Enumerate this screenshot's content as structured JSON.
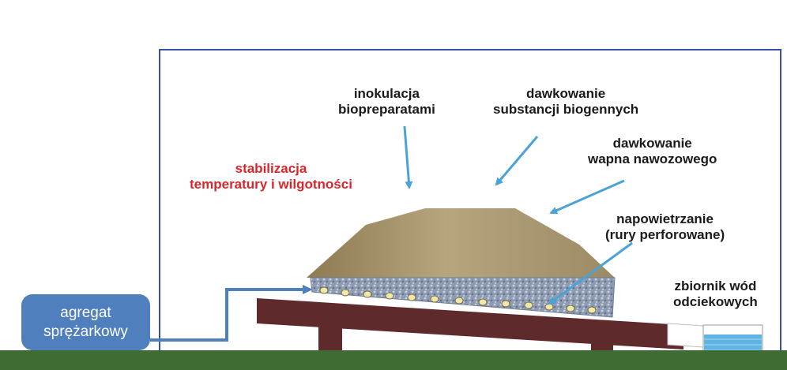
{
  "labels": {
    "inokulacja": [
      "inokulacja",
      "biopreparatami"
    ],
    "biogenne": [
      "dawkowanie",
      "substancji biogennych"
    ],
    "wapno": [
      "dawkowanie",
      "wapna nawozowego"
    ],
    "stabilizacja": [
      "stabilizacja",
      "temperatury i wilgotności"
    ],
    "napowietrzanie": [
      "napowietrzanie",
      "(rury perforowane)"
    ],
    "zbiornik": [
      "zbiornik wód",
      "odciekowych"
    ],
    "agregat": [
      "agregat",
      "sprężarkowy"
    ]
  },
  "colors": {
    "frame": "#3a4fa8",
    "arrow": "#4aa3d6",
    "pipe": "#4f7fbc",
    "ground": "#3f6b35",
    "platform": "#5e2a2c",
    "compost": "#a08b62",
    "gravel": "#8a97ad",
    "water": "#5fb4e3",
    "stabilizacja_text": "#d9262b"
  }
}
